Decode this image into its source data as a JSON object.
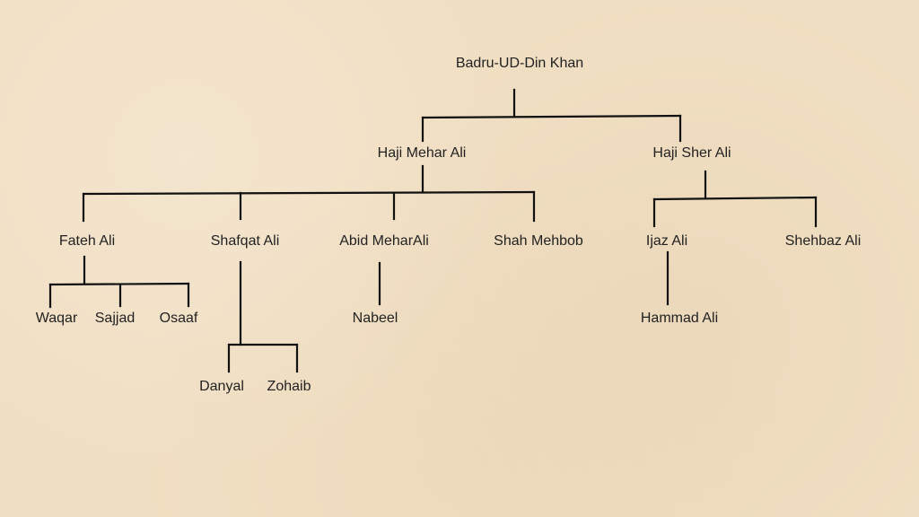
{
  "colors": {
    "background": "#f1dfc3",
    "line": "#111111",
    "text": "#222222"
  },
  "tree": {
    "root": "Badru-UD-Din Khan",
    "gen1": {
      "haji_mehar_ali": "Haji Mehar Ali",
      "haji_sher_ali": "Haji Sher Ali"
    },
    "gen2": {
      "fateh_ali": "Fateh Ali",
      "shafqat_ali": "Shafqat Ali",
      "abid_meharali": "Abid MeharAli",
      "shah_mehbob": "Shah Mehbob",
      "ijaz_ali": "Ijaz Ali",
      "shehbaz_ali": "Shehbaz Ali"
    },
    "gen3": {
      "waqar": "Waqar",
      "sajjad": "Sajjad",
      "osaaf": "Osaaf",
      "nabeel": "Nabeel",
      "hammad_ali": "Hammad Ali",
      "danyal": "Danyal",
      "zohaib": "Zohaib"
    }
  }
}
